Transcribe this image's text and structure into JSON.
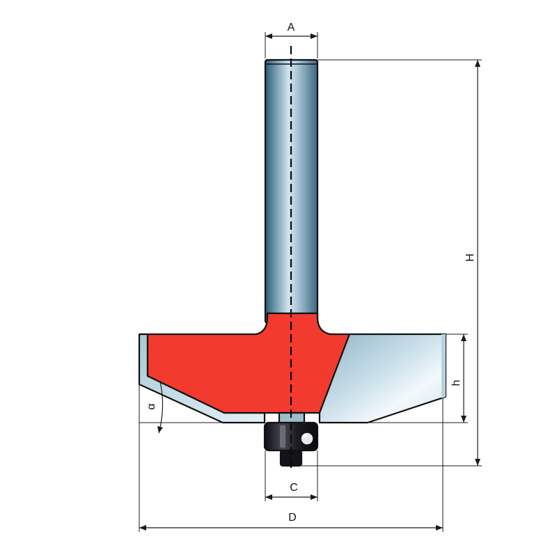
{
  "labels": {
    "A": "A",
    "H": "H",
    "h": "h",
    "alpha": "α",
    "C": "C",
    "D": "D"
  },
  "colors": {
    "body": "#f23a2e",
    "shank_dark": "#3d6a84",
    "shank_light": "#bfd9e6",
    "blade_dark": "#7fa8bc",
    "blade_light": "#eef6fa",
    "bearing": "#1e1e24",
    "outline": "#111111"
  },
  "icons": {
    "bearing": "ball-bearing-icon"
  }
}
